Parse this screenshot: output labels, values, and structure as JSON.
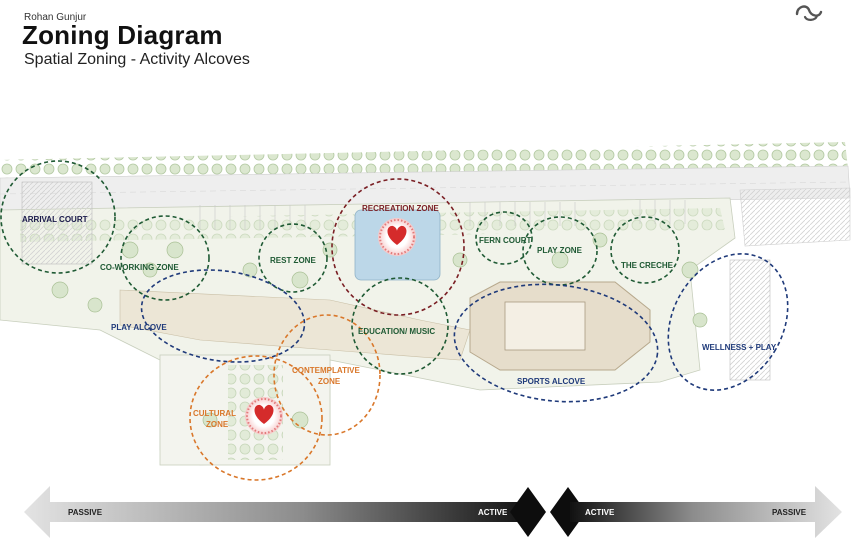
{
  "header": {
    "author": "Rohan Gunjur",
    "title": "Zoning Diagram",
    "subtitle": "Spatial Zoning - Activity Alcoves"
  },
  "zones": {
    "arrival_court": "ARRIVAL COURT",
    "co_working": "CO-WORKING ZONE",
    "rest": "REST ZONE",
    "recreation": "RECREATION ZONE",
    "fern_court": "FERN COURT",
    "play_zone": "PLAY ZONE",
    "creche": "THE CRECHE",
    "play_alcove": "PLAY ALCOVE",
    "education_music": "EDUCATION/ MUSIC",
    "sports_alcove": "SPORTS ALCOVE",
    "wellness_play": "WELLNESS + PLAY",
    "contemplative_1": "CONTEMPLATIVE",
    "contemplative_2": "ZONE",
    "cultural_1": "CULTURAL",
    "cultural_2": "ZONE"
  },
  "scale": {
    "left_end": "PASSIVE",
    "left_mid": "ACTIVE",
    "right_mid": "ACTIVE",
    "right_end": "PASSIVE"
  },
  "colors": {
    "dark_green": "#1f5a34",
    "navy": "#1f3a7a",
    "maroon": "#7a1f24",
    "orange": "#d9772a",
    "heart_red": "#d52b2b"
  }
}
